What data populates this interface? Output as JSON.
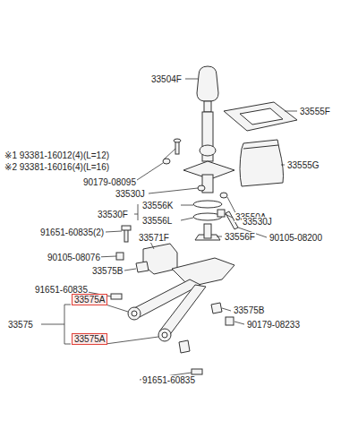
{
  "diagram": {
    "nodes": [
      {
        "text": [
          "33575A"
        ]
      },
      {
        "text": [
          "33575A"
        ]
      }
    ],
    "labels": [
      "33504F",
      "33555F",
      "※1 93381-16012(4)(L=12)",
      "※2 93381-16016(4)(L=16)",
      "90179-08095",
      "33530J",
      "33555G",
      "33530F",
      "33550A",
      "33556K",
      "90105-08200",
      "33556L",
      "33530J",
      "91651-60835(2)",
      "33571F",
      "33556F",
      "90105-08076",
      "33575B",
      "91651-60835",
      "33575",
      "33575B",
      "90179-08233",
      "91651-60835"
    ]
  }
}
